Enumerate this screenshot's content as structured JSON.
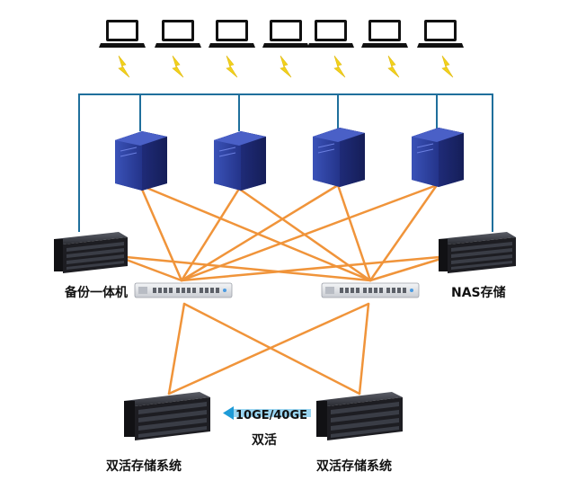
{
  "labels": {
    "backup_appliance": "备份一体机",
    "nas_storage": "NAS存储",
    "link_speed": "10GE/40GE",
    "active_active": "双活",
    "storage_left": "双活存储系统",
    "storage_right": "双活存储系统"
  },
  "colors": {
    "lan_line": "#1f6f9c",
    "san_line": "#f0943a",
    "server_body": "#2d3f9b",
    "server_dark": "#1b2670",
    "storage_body": "#1d1d22",
    "switch_body": "#e4e6ea",
    "lightning": "#f2d21b",
    "arrow": "#1e9bd7"
  },
  "icons": {
    "client": "laptop-icon",
    "lightning": "lightning-icon",
    "server": "tower-server-icon",
    "switch": "fc-switch-icon",
    "storage": "storage-array-icon"
  }
}
